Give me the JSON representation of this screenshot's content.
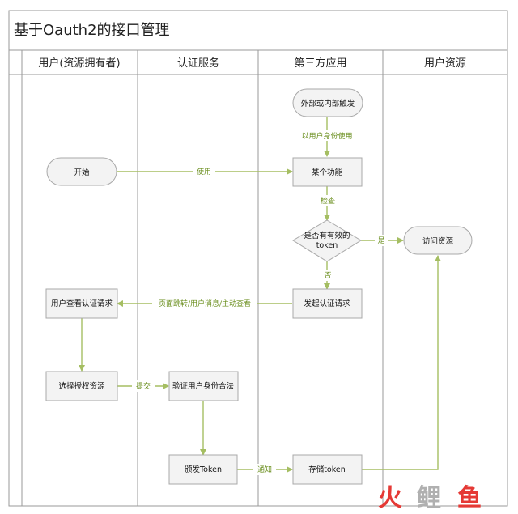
{
  "title": "基于Oauth2的接口管理",
  "lanes": [
    "用户(资源拥有者)",
    "认证服务",
    "第三方应用",
    "用户资源"
  ],
  "nodes": {
    "trigger": "外部或内部触发",
    "start": "开始",
    "feature": "某个功能",
    "decision_line1": "是否有有效的",
    "decision_line2": "token",
    "access": "访问资源",
    "view_request": "用户查看认证请求",
    "initiate": "发起认证请求",
    "choose": "选择授权资源",
    "verify": "验证用户身份合法",
    "issue": "颁发Token",
    "store": "存储token"
  },
  "edges": {
    "use_identity": "以用户身份使用",
    "use": "使用",
    "check": "检查",
    "yes": "是",
    "no": "否",
    "redirect": "页面跳转/用户消息/主动查看",
    "submit": "提交",
    "notify": "通知"
  },
  "watermark": "火鲤鱼",
  "colors": {
    "arrow": "#a5be62",
    "node_fill": "#f3f3f3",
    "node_stroke": "#a8a8a8",
    "lane_line": "#9a9a9a",
    "edge_text": "#6b8f1f",
    "wm_red": "#e53935",
    "wm_gray": "#b0b0b0"
  }
}
